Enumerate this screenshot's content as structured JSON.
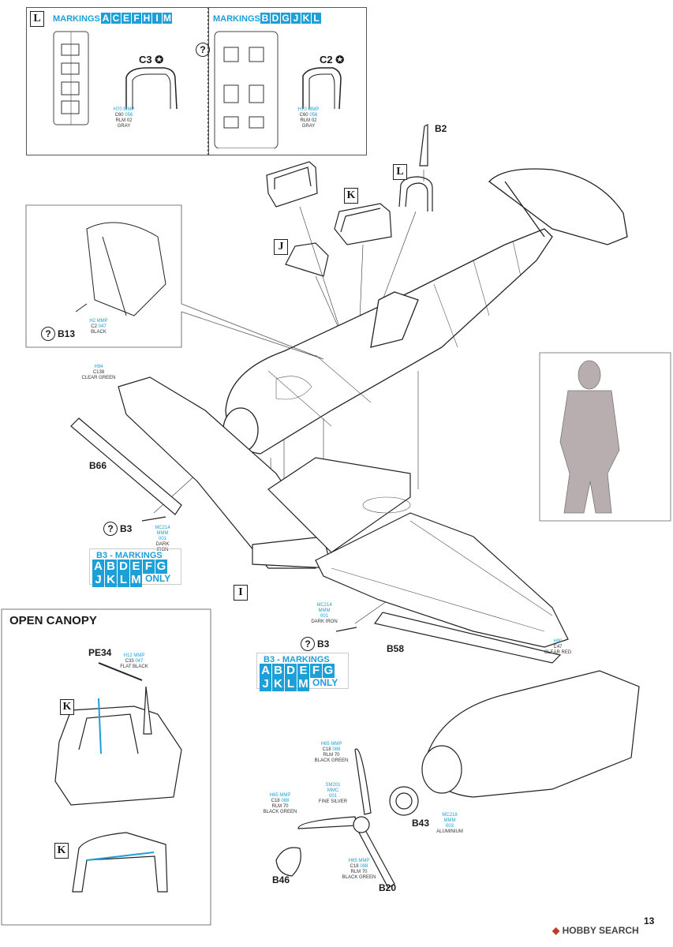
{
  "top_left_box": {
    "letter": "L",
    "markings_label": "MARKINGS",
    "markings_letters": [
      "A",
      "C",
      "E",
      "F",
      "H",
      "I",
      "M"
    ],
    "part_label": "C3",
    "paint": {
      "code1": "H70",
      "code2": "MMP",
      "code3": "C60",
      "code4": "056",
      "name": "RLM 02",
      "name2": "GRAY"
    }
  },
  "top_right_box": {
    "markings_label": "MARKINGS",
    "markings_letters": [
      "B",
      "D",
      "G",
      "J",
      "K",
      "L"
    ],
    "part_label": "C2",
    "paint": {
      "code1": "H70",
      "code2": "MMP",
      "code3": "C60",
      "code4": "056",
      "name": "RLM 02",
      "name2": "GRAY"
    }
  },
  "top_question": "?",
  "parts": {
    "b2": "B2",
    "l": "L",
    "k": "K",
    "j": "J",
    "b13": "B13",
    "b66": "B66",
    "b3_a": "B3",
    "b3_b": "B3",
    "b58": "B58",
    "i": "I",
    "b43": "B43",
    "b46": "B46",
    "b20": "B20"
  },
  "paints": {
    "b13": {
      "c1": "H2",
      "c2": "MMP",
      "c3": "C2",
      "c4": "047",
      "name": "BLACK"
    },
    "clear_green": {
      "c1": "H94",
      "c3": "C138",
      "name": "CLEAR GREEN"
    },
    "b3_left": {
      "c1": "MC214",
      "c2": "MMM",
      "c3": "001",
      "name": "DARK IRON"
    },
    "b3_right": {
      "c1": "MC214",
      "c2": "MMM",
      "c3": "001",
      "name": "DARK IRON"
    },
    "clear_red": {
      "c1": "H90",
      "c3": "C47",
      "name": "CLEAR RED"
    },
    "spinner1": {
      "c1": "H65",
      "c2": "MMP",
      "c3": "C18",
      "c4": "088",
      "name": "RLM 70",
      "name2": "BLACK GREEN"
    },
    "spinner2": {
      "c1": "H65",
      "c2": "MMP",
      "c3": "C18",
      "c4": "088",
      "name": "RLM 70",
      "name2": "BLACK GREEN"
    },
    "fine_silver": {
      "c1": "SM201",
      "c2": "MMC",
      "c3": "001",
      "name": "FINE SILVER"
    },
    "aluminium": {
      "c1": "MC218",
      "c2": "MMM",
      "c3": "003",
      "name": "ALUMINIUM"
    },
    "prop": {
      "c1": "H65",
      "c2": "MMP",
      "c3": "C18",
      "c4": "088",
      "name": "RLM 70",
      "name2": "BLACK GREEN"
    },
    "pe34": {
      "c1": "H12",
      "c2": "MMP",
      "c3": "C33",
      "c4": "047",
      "name": "FLAT BLACK"
    }
  },
  "b3_box1": {
    "title": "B3 - MARKINGS",
    "row1": [
      "A",
      "B",
      "D",
      "E",
      "F",
      "G"
    ],
    "row2": [
      "J",
      "K",
      "L",
      "M"
    ],
    "only": "ONLY"
  },
  "b3_box2": {
    "title": "B3 - MARKINGS",
    "row1": [
      "A",
      "B",
      "D",
      "E",
      "F",
      "G"
    ],
    "row2": [
      "J",
      "K",
      "L",
      "M"
    ],
    "only": "ONLY"
  },
  "open_canopy": {
    "title": "OPEN CANOPY",
    "pe34": "PE34",
    "k1": "K",
    "k2": "K"
  },
  "footer": {
    "page": "13",
    "watermark": "HOBBY SEARCH"
  },
  "colors": {
    "accent": "#1da0d8",
    "line": "#333333"
  }
}
